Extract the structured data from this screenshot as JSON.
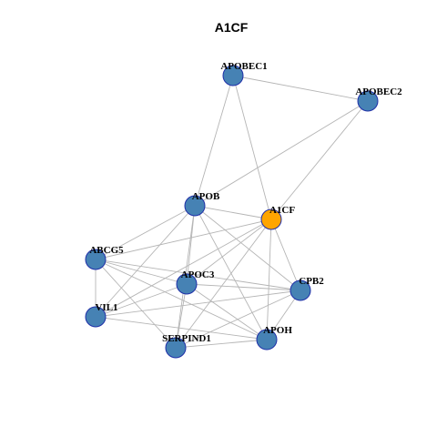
{
  "title": "A1CF",
  "colors": {
    "background": "#ffffff",
    "node_default": "#4682b4",
    "node_focus": "#ffa500",
    "node_border": "#1f2fa8",
    "edge": "#b5b5b5"
  },
  "network": {
    "focus": "A1CF",
    "nodes": [
      {
        "id": "APOBEC1",
        "label": "APOBEC1"
      },
      {
        "id": "APOBEC2",
        "label": "APOBEC2"
      },
      {
        "id": "APOB",
        "label": "APOB"
      },
      {
        "id": "A1CF",
        "label": "A1CF"
      },
      {
        "id": "ABCG5",
        "label": "ABCG5"
      },
      {
        "id": "APOC3",
        "label": "APOC3"
      },
      {
        "id": "CPB2",
        "label": "CPB2"
      },
      {
        "id": "VIL1",
        "label": "VIL1"
      },
      {
        "id": "SERPIND1",
        "label": "SERPIND1"
      },
      {
        "id": "APOH",
        "label": "APOH"
      }
    ],
    "edges": [
      [
        "APOBEC1",
        "APOBEC2"
      ],
      [
        "APOBEC1",
        "APOB"
      ],
      [
        "APOBEC1",
        "A1CF"
      ],
      [
        "APOBEC2",
        "APOB"
      ],
      [
        "APOBEC2",
        "A1CF"
      ],
      [
        "APOB",
        "A1CF"
      ],
      [
        "APOB",
        "ABCG5"
      ],
      [
        "APOB",
        "APOC3"
      ],
      [
        "APOB",
        "CPB2"
      ],
      [
        "APOB",
        "VIL1"
      ],
      [
        "APOB",
        "SERPIND1"
      ],
      [
        "APOB",
        "APOH"
      ],
      [
        "A1CF",
        "ABCG5"
      ],
      [
        "A1CF",
        "APOC3"
      ],
      [
        "A1CF",
        "CPB2"
      ],
      [
        "A1CF",
        "VIL1"
      ],
      [
        "A1CF",
        "SERPIND1"
      ],
      [
        "A1CF",
        "APOH"
      ],
      [
        "ABCG5",
        "APOC3"
      ],
      [
        "ABCG5",
        "CPB2"
      ],
      [
        "ABCG5",
        "VIL1"
      ],
      [
        "ABCG5",
        "SERPIND1"
      ],
      [
        "ABCG5",
        "APOH"
      ],
      [
        "APOC3",
        "CPB2"
      ],
      [
        "APOC3",
        "VIL1"
      ],
      [
        "APOC3",
        "SERPIND1"
      ],
      [
        "APOC3",
        "APOH"
      ],
      [
        "CPB2",
        "VIL1"
      ],
      [
        "CPB2",
        "SERPIND1"
      ],
      [
        "CPB2",
        "APOH"
      ],
      [
        "VIL1",
        "APOH"
      ],
      [
        "SERPIND1",
        "APOH"
      ]
    ]
  }
}
